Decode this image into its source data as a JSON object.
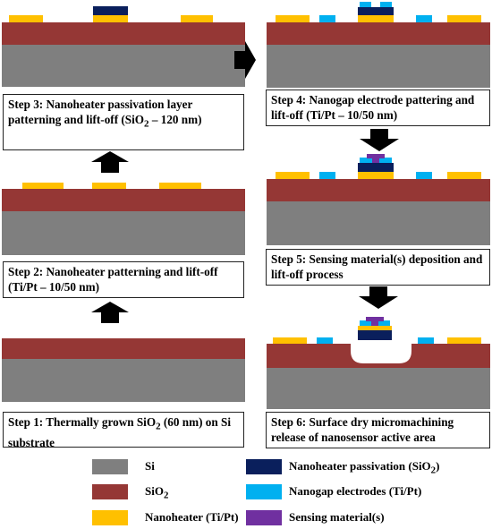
{
  "steps": [
    {
      "id": 1,
      "prefix": "Step 1: Thermally grown SiO",
      "sub": "2",
      "suffix": " (60 nm) on Si substrate"
    },
    {
      "id": 2,
      "prefix": "Step 2: Nanoheater patterning and lift-off (Ti/Pt – 10/50 nm)",
      "sub": "",
      "suffix": ""
    },
    {
      "id": 3,
      "prefix": "Step 3: Nanoheater passivation layer patterning and lift-off (SiO",
      "sub": "2",
      "suffix": " – 120 nm)"
    },
    {
      "id": 4,
      "prefix": "Step 4: Nanogap electrode pattering and lift-off (Ti/Pt – 10/50 nm)",
      "sub": "",
      "suffix": ""
    },
    {
      "id": 5,
      "prefix": "Step 5: Sensing material(s) deposition   and lift-off process",
      "sub": "",
      "suffix": ""
    },
    {
      "id": 6,
      "prefix": "Step 6: Surface dry micromachining release of  nanosensor active area",
      "sub": "",
      "suffix": ""
    }
  ],
  "legend": [
    {
      "key": "si",
      "prefix": "Si",
      "sub": "",
      "suffix": "",
      "color": "#7f7f7f"
    },
    {
      "key": "sio2",
      "prefix": "SiO",
      "sub": "2",
      "suffix": "",
      "color": "#953735"
    },
    {
      "key": "nanoheater",
      "prefix": "Nanoheater  (Ti/Pt)",
      "sub": "",
      "suffix": "",
      "color": "#ffc000"
    },
    {
      "key": "passivation",
      "prefix": "Nanoheater passivation (SiO",
      "sub": "2",
      "suffix": ")",
      "color": "#0a1f5c"
    },
    {
      "key": "electrodes",
      "prefix": "Nanogap electrodes (Ti/Pt)",
      "sub": "",
      "suffix": "",
      "color": "#00b0f0"
    },
    {
      "key": "sensing",
      "prefix": "Sensing material(s)",
      "sub": "",
      "suffix": "",
      "color": "#7030a0"
    }
  ],
  "colors": {
    "si": "#7f7f7f",
    "sio2": "#953735",
    "nanoheater": "#ffc000",
    "passivation": "#0a1f5c",
    "electrodes": "#00b0f0",
    "sensing": "#7030a0",
    "arrow": "#000000"
  }
}
